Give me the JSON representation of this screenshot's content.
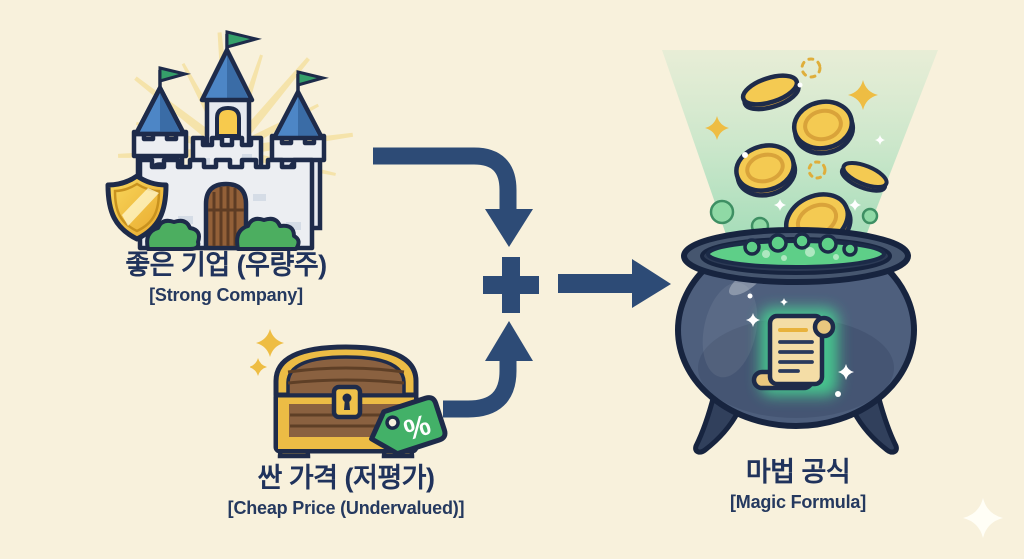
{
  "background": "#f8f1dc",
  "palette": {
    "arrow_navy": "#2d4b76",
    "outline_navy": "#1e2b4a",
    "text_navy": "#20335c",
    "castle_roof_blue": "#4d86c6",
    "flag_green": "#35a06a",
    "gold": "#ecbc45",
    "discount_tag_green": "#43b168",
    "potion_green": "#5ecf88",
    "beam_mint": "#a7dfc0",
    "cauldron_slate": "#4e5f7d",
    "sparkle_white": "#fffef6"
  },
  "nodes": {
    "strong_company": {
      "label_ko": "좋은 기업 (우량주)",
      "label_en": "[Strong Company]",
      "icon": "castle-with-shield"
    },
    "cheap_price": {
      "label_ko": "싼 가격 (저평가)",
      "label_en": "[Cheap Price (Undervalued)]",
      "icon": "treasure-chest-with-discount-tag"
    },
    "magic_formula": {
      "label_ko": "마법 공식",
      "label_en": "[Magic Formula]",
      "icon": "cauldron-with-coins-and-scroll"
    }
  },
  "operator": "+",
  "tag_symbol": "%"
}
